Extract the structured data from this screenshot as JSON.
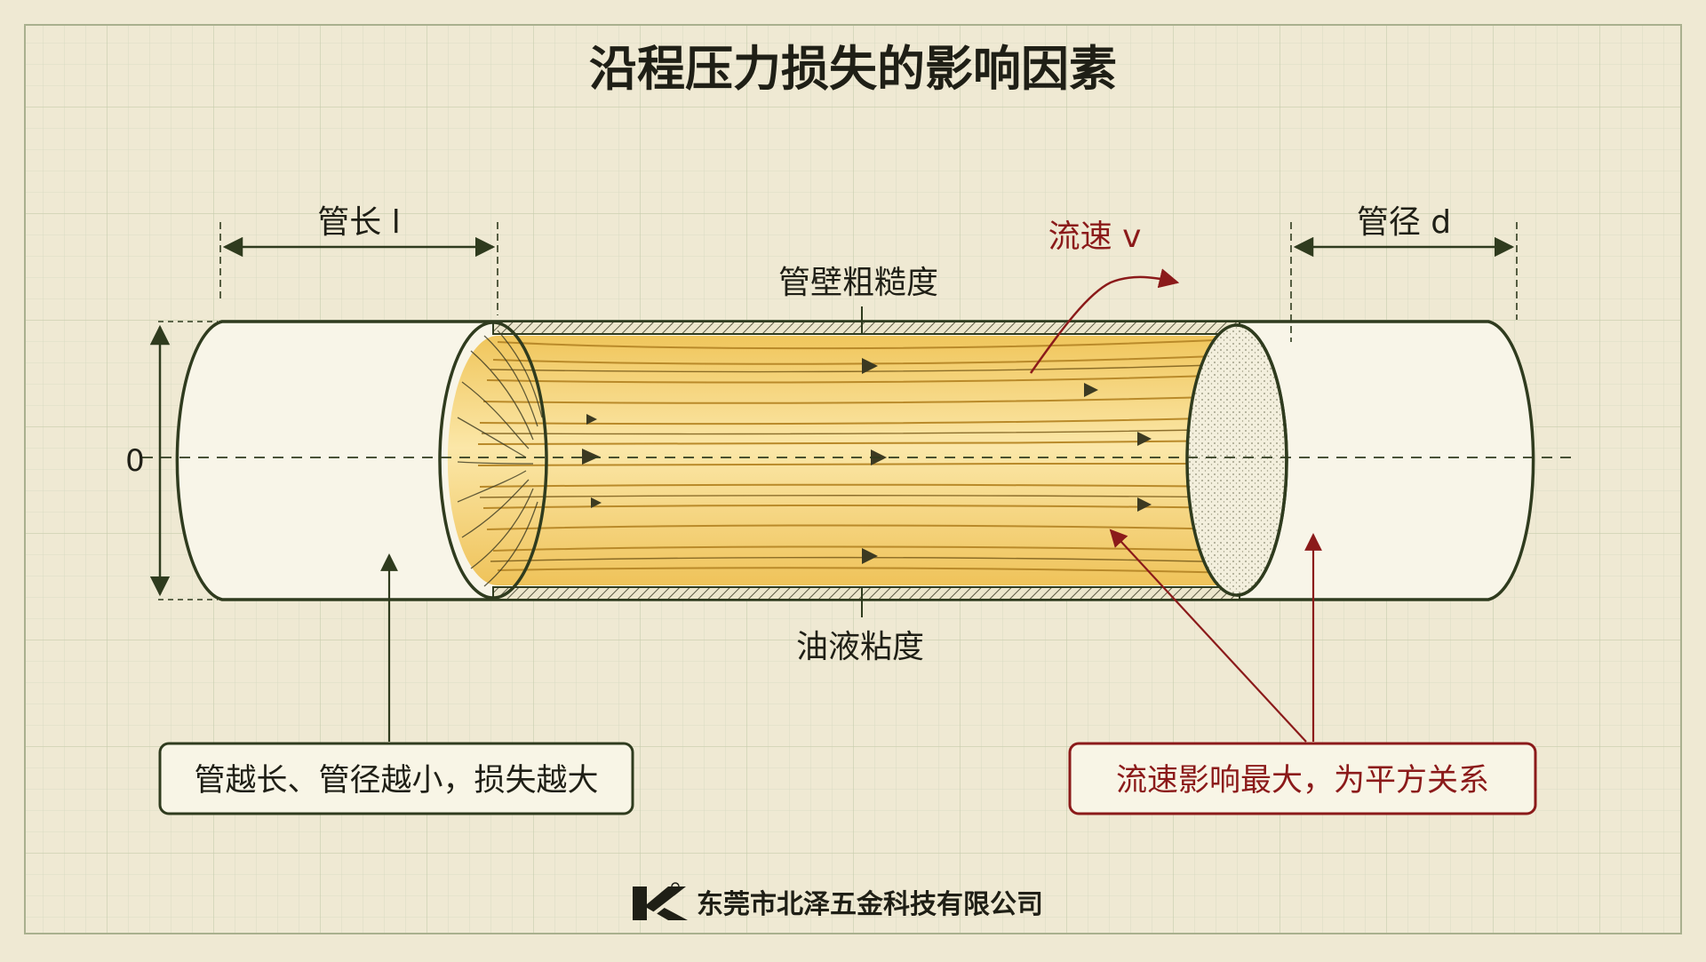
{
  "title": "沿程压力损失的影响因素",
  "labels": {
    "pipe_length": "管长 l",
    "pipe_diameter": "管径 d",
    "flow_velocity": "流速 v",
    "wall_roughness": "管壁粗糙度",
    "oil_viscosity": "油液粘度",
    "axis_zero": "0"
  },
  "callouts": {
    "left": "管越长、管径越小，损失越大",
    "right": "流速影响最大，为平方关系"
  },
  "footer": {
    "company": "东莞市北泽五金科技有限公司",
    "logo_icon": "bz-logo-icon"
  },
  "colors": {
    "paper": "#efe9d3",
    "ink": "#2f3b1e",
    "accent_red": "#8b1a1a",
    "flow_gold": "#e9b94a",
    "grid": "#c9d0b4"
  }
}
